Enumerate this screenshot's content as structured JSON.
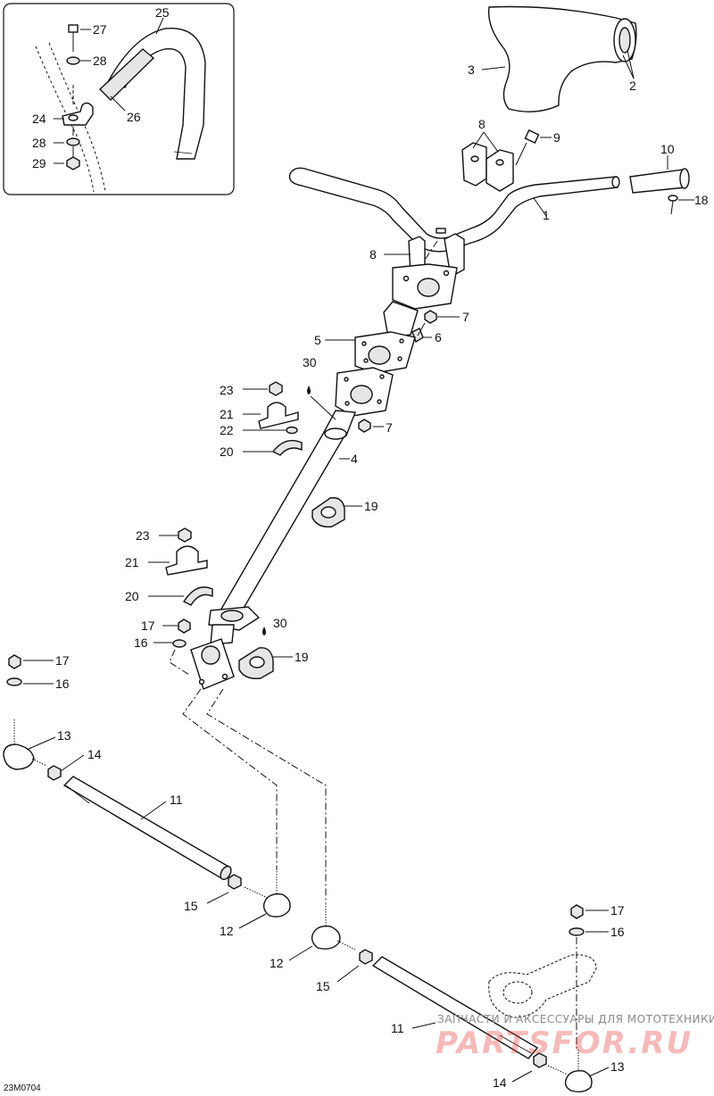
{
  "diagram_code": "23M0704",
  "watermark": {
    "line1": "ЗАПЧАСТИ И АКСЕССУАРЫ ДЛЯ МОТОТЕХНИКИ",
    "line2": "PARTSFOR.RU"
  },
  "inset_labels": [
    "25",
    "27",
    "28",
    "24",
    "26",
    "28",
    "29"
  ],
  "labels": [
    "3",
    "2",
    "8",
    "9",
    "10",
    "1",
    "18",
    "8",
    "7",
    "5",
    "6",
    "30",
    "23",
    "21",
    "22",
    "20",
    "7",
    "4",
    "19",
    "23",
    "21",
    "20",
    "17",
    "30",
    "16",
    "19",
    "17",
    "16",
    "13",
    "14",
    "11",
    "15",
    "12",
    "17",
    "16",
    "12",
    "15",
    "11",
    "14",
    "13"
  ]
}
